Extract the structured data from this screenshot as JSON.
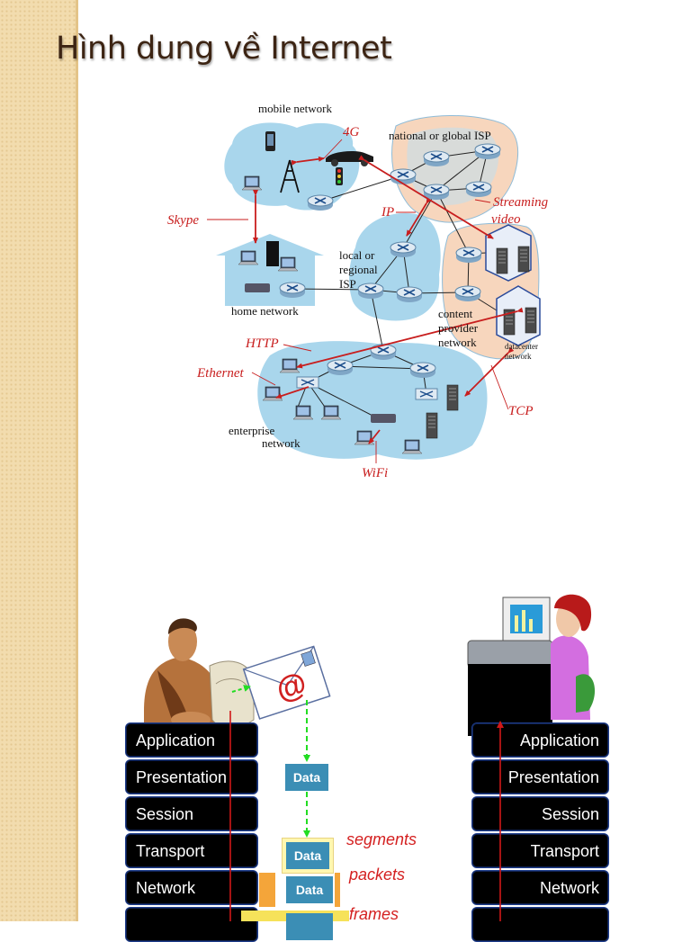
{
  "slide": {
    "title": "Hình dung về Internet"
  },
  "diagram": {
    "labels": {
      "mobile_network": "mobile network",
      "national_isp": "national or global ISP",
      "local_isp_1": "local or",
      "local_isp_2": "regional",
      "local_isp_3": "ISP",
      "home_network": "home network",
      "content_provider_1": "content",
      "content_provider_2": "provider",
      "content_provider_3": "network",
      "datacenter_1": "datacenter",
      "datacenter_2": "network",
      "enterprise_1": "enterprise",
      "enterprise_2": "network"
    },
    "protocols": {
      "g4": "4G",
      "skype": "Skype",
      "ip": "IP",
      "streaming_1": "Streaming",
      "streaming_2": "video",
      "http": "HTTP",
      "ethernet": "Ethernet",
      "tcp": "TCP",
      "wifi": "WiFi"
    },
    "colors": {
      "cloud": "#a9d6ec",
      "isp_fill": "#f7d6bd",
      "protocol": "#c81e1e"
    }
  },
  "osi": {
    "left_layers": [
      "Application",
      "Presentation",
      "Session",
      "Transport",
      "Network"
    ],
    "right_layers": [
      "Application",
      "Presentation",
      "Session",
      "Transport",
      "Network"
    ],
    "data_label": "Data",
    "pdu_labels": {
      "segments": "segments",
      "packets": "packets",
      "frames": "frames"
    }
  }
}
